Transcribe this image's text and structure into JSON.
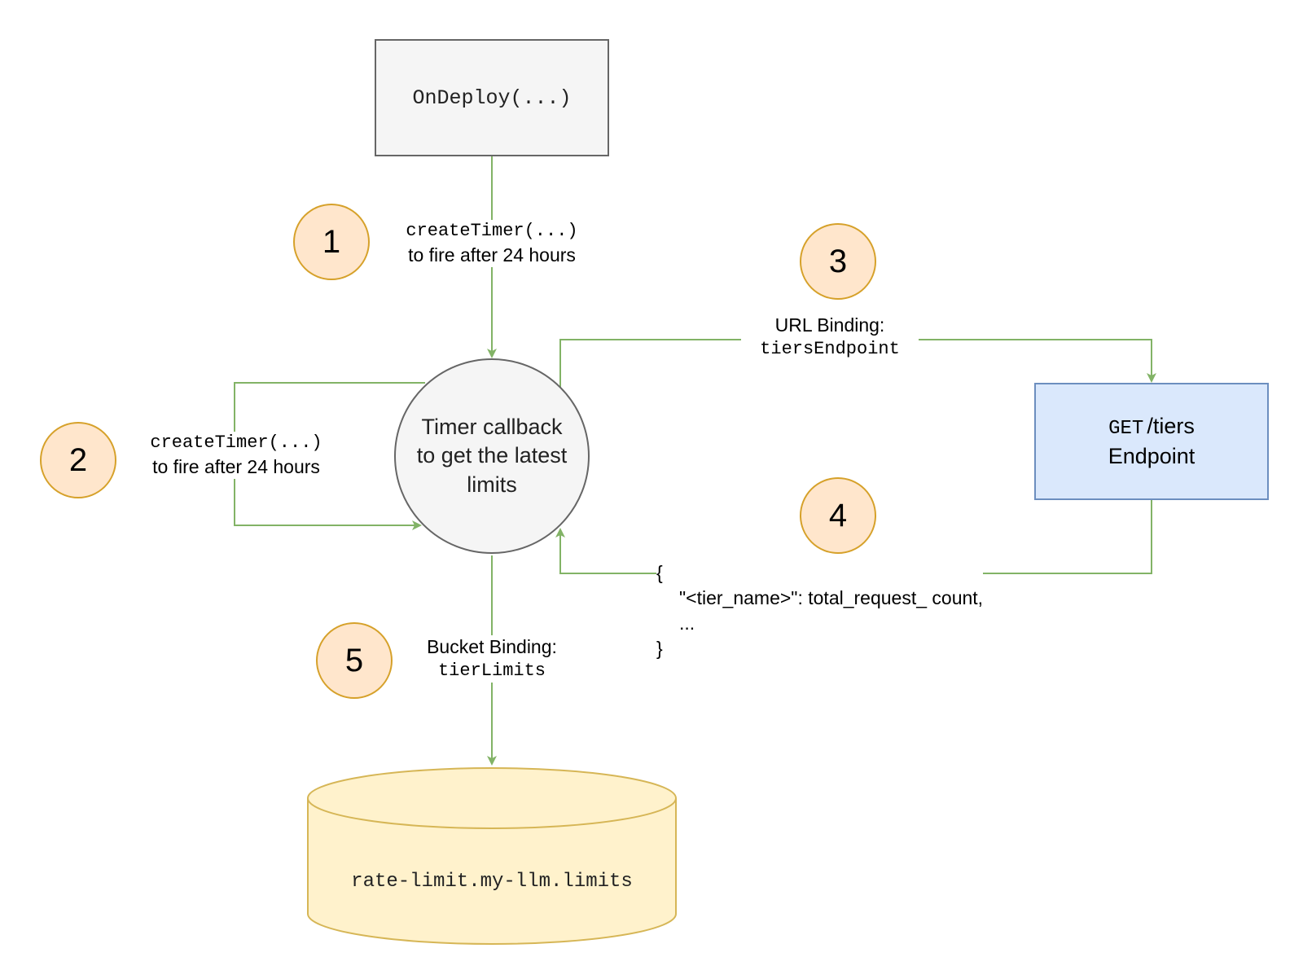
{
  "colors": {
    "edge": "#82b366",
    "deploy_fill": "#f5f5f5",
    "deploy_stroke": "#666666",
    "endpoint_fill": "#dae8fc",
    "endpoint_stroke": "#6c8ebf",
    "badge_fill": "#ffe6cc",
    "badge_stroke": "#d6a12a",
    "bucket_fill": "#fff2cc",
    "bucket_stroke": "#d6b656"
  },
  "nodes": {
    "on_deploy": {
      "label": "OnDeploy(...)"
    },
    "timer_callback": {
      "line1": "Timer callback",
      "line2": "to get the latest",
      "line3": "limits"
    },
    "endpoint": {
      "method": "GET",
      "path": "/tiers",
      "line2": "Endpoint"
    },
    "bucket": {
      "label": "rate-limit.my-llm.limits"
    }
  },
  "steps": [
    "1",
    "2",
    "3",
    "4",
    "5"
  ],
  "edges": {
    "step1": {
      "code": "createTimer(...)",
      "text": "to fire after 24 hours"
    },
    "step2": {
      "code": "createTimer(...)",
      "text": "to fire after 24 hours"
    },
    "step3": {
      "text": "URL Binding:",
      "code": "tiersEndpoint"
    },
    "step4": {
      "open": "{",
      "line": "\"<tier_name>\": total_request_ count,",
      "ellipsis": "...",
      "close": "}"
    },
    "step5": {
      "text": "Bucket Binding:",
      "code": "tierLimits"
    }
  }
}
